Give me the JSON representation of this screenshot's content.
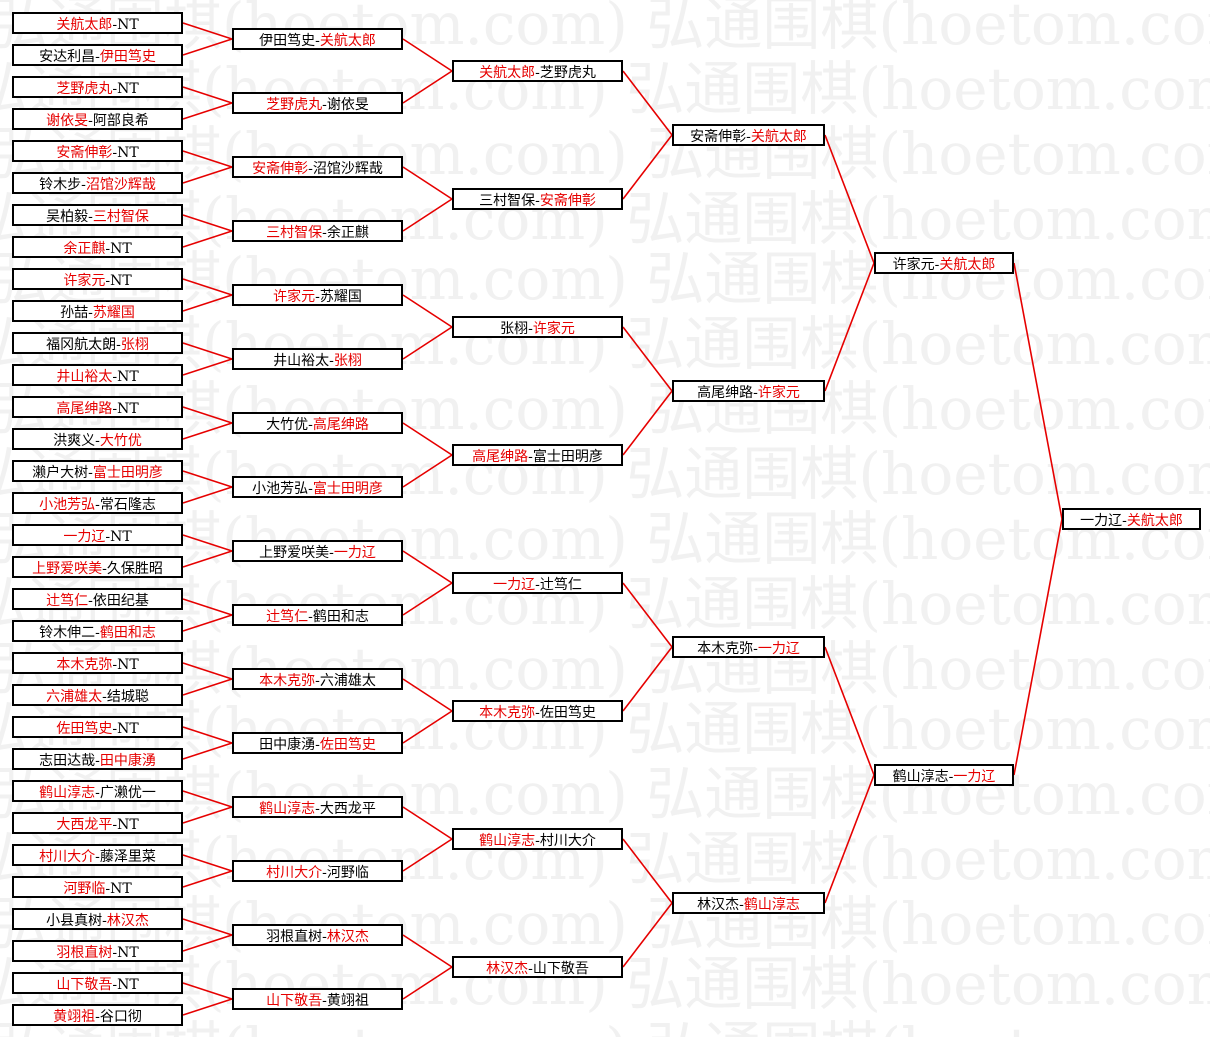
{
  "watermark_text": "弘通围棋(hoetom.com) 弘通围棋(hoetom.com)",
  "colors": {
    "winner": "#e60000",
    "normal": "#000000",
    "line": "#e60000",
    "border": "#000000"
  },
  "rounds": [
    [
      {
        "p1": "关航太郎",
        "p2": "NT",
        "winner": 1
      },
      {
        "p1": "安达利昌",
        "p2": "伊田笃史",
        "winner": 2
      },
      {
        "p1": "芝野虎丸",
        "p2": "NT",
        "winner": 1
      },
      {
        "p1": "谢依旻",
        "p2": "阿部良希",
        "winner": 1
      },
      {
        "p1": "安斋伸彰",
        "p2": "NT",
        "winner": 1
      },
      {
        "p1": "铃木步",
        "p2": "沼馆沙辉哉",
        "winner": 2
      },
      {
        "p1": "吴柏毅",
        "p2": "三村智保",
        "winner": 2
      },
      {
        "p1": "余正麒",
        "p2": "NT",
        "winner": 1
      },
      {
        "p1": "许家元",
        "p2": "NT",
        "winner": 1
      },
      {
        "p1": "孙喆",
        "p2": "苏耀国",
        "winner": 2
      },
      {
        "p1": "福冈航太朗",
        "p2": "张栩",
        "winner": 2
      },
      {
        "p1": "井山裕太",
        "p2": "NT",
        "winner": 1
      },
      {
        "p1": "高尾绅路",
        "p2": "NT",
        "winner": 1
      },
      {
        "p1": "洪爽义",
        "p2": "大竹优",
        "winner": 2
      },
      {
        "p1": "濑户大树",
        "p2": "富士田明彦",
        "winner": 2
      },
      {
        "p1": "小池芳弘",
        "p2": "常石隆志",
        "winner": 1
      },
      {
        "p1": "一力辽",
        "p2": "NT",
        "winner": 1
      },
      {
        "p1": "上野爱咲美",
        "p2": "久保胜昭",
        "winner": 1
      },
      {
        "p1": "辻笃仁",
        "p2": "依田纪基",
        "winner": 1
      },
      {
        "p1": "铃木伸二",
        "p2": "鹤田和志",
        "winner": 2
      },
      {
        "p1": "本木克弥",
        "p2": "NT",
        "winner": 1
      },
      {
        "p1": "六浦雄太",
        "p2": "结城聪",
        "winner": 1
      },
      {
        "p1": "佐田笃史",
        "p2": "NT",
        "winner": 1
      },
      {
        "p1": "志田达哉",
        "p2": "田中康湧",
        "winner": 2
      },
      {
        "p1": "鹤山淳志",
        "p2": "广濑优一",
        "winner": 1
      },
      {
        "p1": "大西龙平",
        "p2": "NT",
        "winner": 1
      },
      {
        "p1": "村川大介",
        "p2": "藤泽里菜",
        "winner": 1
      },
      {
        "p1": "河野临",
        "p2": "NT",
        "winner": 1
      },
      {
        "p1": "小县真树",
        "p2": "林汉杰",
        "winner": 2
      },
      {
        "p1": "羽根直树",
        "p2": "NT",
        "winner": 1
      },
      {
        "p1": "山下敬吾",
        "p2": "NT",
        "winner": 1
      },
      {
        "p1": "黄翊祖",
        "p2": "谷口彻",
        "winner": 1
      }
    ],
    [
      {
        "p1": "伊田笃史",
        "p2": "关航太郎",
        "winner": 2
      },
      {
        "p1": "芝野虎丸",
        "p2": "谢依旻",
        "winner": 1
      },
      {
        "p1": "安斋伸彰",
        "p2": "沼馆沙辉哉",
        "winner": 1
      },
      {
        "p1": "三村智保",
        "p2": "余正麒",
        "winner": 1
      },
      {
        "p1": "许家元",
        "p2": "苏耀国",
        "winner": 1
      },
      {
        "p1": "井山裕太",
        "p2": "张栩",
        "winner": 2
      },
      {
        "p1": "大竹优",
        "p2": "高尾绅路",
        "winner": 2
      },
      {
        "p1": "小池芳弘",
        "p2": "富士田明彦",
        "winner": 2
      },
      {
        "p1": "上野爱咲美",
        "p2": "一力辽",
        "winner": 2
      },
      {
        "p1": "辻笃仁",
        "p2": "鹤田和志",
        "winner": 1
      },
      {
        "p1": "本木克弥",
        "p2": "六浦雄太",
        "winner": 1
      },
      {
        "p1": "田中康湧",
        "p2": "佐田笃史",
        "winner": 2
      },
      {
        "p1": "鹤山淳志",
        "p2": "大西龙平",
        "winner": 1
      },
      {
        "p1": "村川大介",
        "p2": "河野临",
        "winner": 1
      },
      {
        "p1": "羽根直树",
        "p2": "林汉杰",
        "winner": 2
      },
      {
        "p1": "山下敬吾",
        "p2": "黄翊祖",
        "winner": 1
      }
    ],
    [
      {
        "p1": "关航太郎",
        "p2": "芝野虎丸",
        "winner": 1
      },
      {
        "p1": "三村智保",
        "p2": "安斋伸彰",
        "winner": 2
      },
      {
        "p1": "张栩",
        "p2": "许家元",
        "winner": 2
      },
      {
        "p1": "高尾绅路",
        "p2": "富士田明彦",
        "winner": 1
      },
      {
        "p1": "一力辽",
        "p2": "辻笃仁",
        "winner": 1
      },
      {
        "p1": "本木克弥",
        "p2": "佐田笃史",
        "winner": 1
      },
      {
        "p1": "鹤山淳志",
        "p2": "村川大介",
        "winner": 1
      },
      {
        "p1": "林汉杰",
        "p2": "山下敬吾",
        "winner": 1
      }
    ],
    [
      {
        "p1": "安斋伸彰",
        "p2": "关航太郎",
        "winner": 2
      },
      {
        "p1": "高尾绅路",
        "p2": "许家元",
        "winner": 2
      },
      {
        "p1": "本木克弥",
        "p2": "一力辽",
        "winner": 2
      },
      {
        "p1": "林汉杰",
        "p2": "鹤山淳志",
        "winner": 2
      }
    ],
    [
      {
        "p1": "许家元",
        "p2": "关航太郎",
        "winner": 2
      },
      {
        "p1": "鹤山淳志",
        "p2": "一力辽",
        "winner": 2
      }
    ],
    [
      {
        "p1": "一力辽",
        "p2": "关航太郎",
        "winner": 2
      }
    ]
  ]
}
